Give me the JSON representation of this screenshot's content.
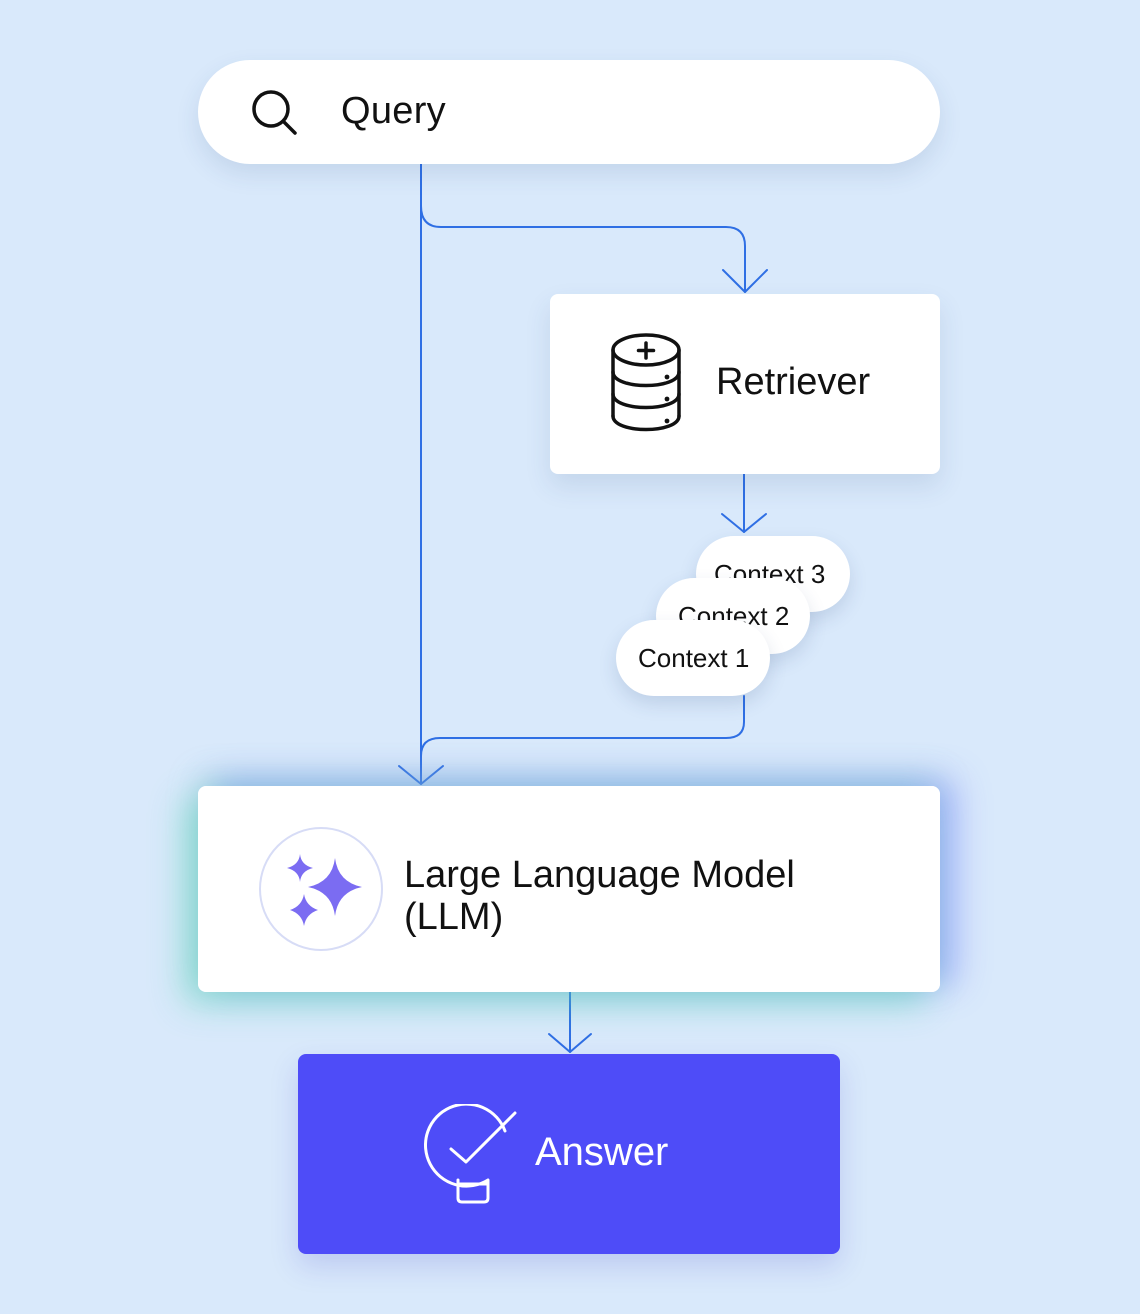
{
  "query": {
    "label": "Query",
    "icon": "search-icon"
  },
  "retriever": {
    "label": "Retriever",
    "icon": "database-icon"
  },
  "contexts": [
    {
      "label": "Context 1"
    },
    {
      "label": "Context 2"
    },
    {
      "label": "Context 3"
    }
  ],
  "llm": {
    "label": "Large Language Model (LLM)",
    "icon": "sparkles-icon"
  },
  "answer": {
    "label": "Answer",
    "icon": "lightbulb-check-icon"
  },
  "colors": {
    "background": "#d9e9fb",
    "connector": "#2f6fe4",
    "answer": "#4e4cf8",
    "sparkle": "#7b6cf2"
  }
}
